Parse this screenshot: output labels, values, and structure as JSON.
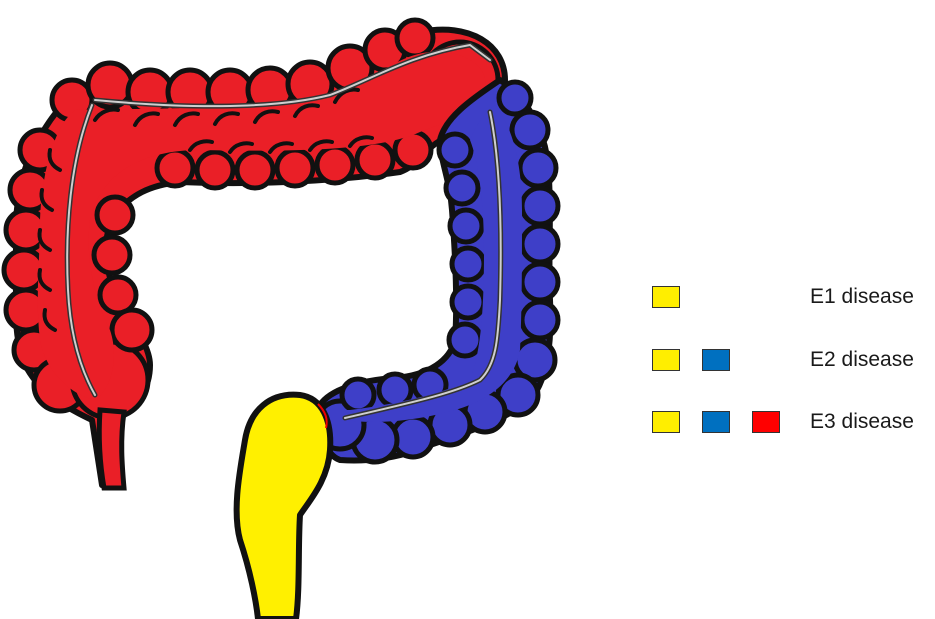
{
  "colors": {
    "e1": "#ffee00",
    "e2": "#0070c0",
    "e3": "#ff0000",
    "colon_red": "#ea1f27",
    "colon_blue": "#3e3fc8",
    "colon_yellow": "#fff000"
  },
  "legend": [
    {
      "label": "E1 disease",
      "swatches": [
        "e1"
      ]
    },
    {
      "label": "E2 disease",
      "swatches": [
        "e1",
        "e2"
      ]
    },
    {
      "label": "E3 disease",
      "swatches": [
        "e1",
        "e2",
        "e3"
      ]
    }
  ]
}
